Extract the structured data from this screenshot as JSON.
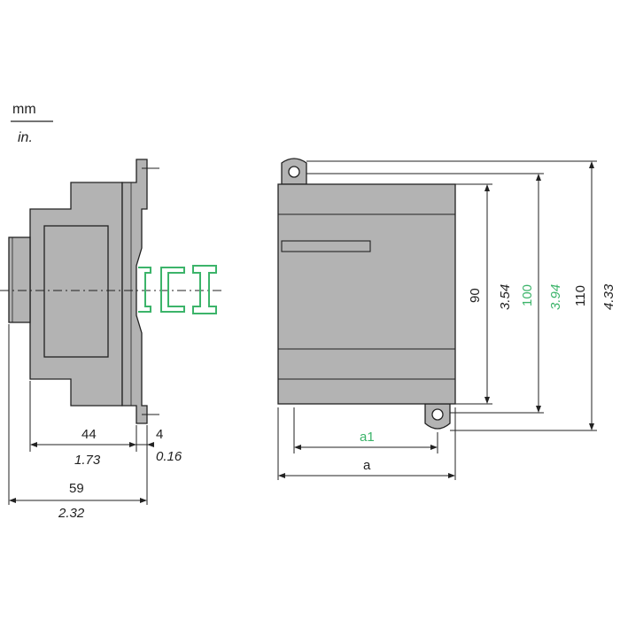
{
  "units": {
    "primary": "mm",
    "secondary": "in."
  },
  "side_view": {
    "width_body_mm": "44",
    "width_body_in": "1.73",
    "rail_mm": "4",
    "rail_in": "0.16",
    "overall_mm": "59",
    "overall_in": "2.32"
  },
  "front_view": {
    "h1_mm": "90",
    "h1_in": "3.54",
    "h2_mm": "100",
    "h2_in": "3.94",
    "h3_mm": "110",
    "h3_in": "4.33",
    "width_a1": "a1",
    "width_a": "a"
  },
  "colors": {
    "green": "#3cb46a",
    "body_fill": "#b3b3b3",
    "line": "#222222"
  }
}
